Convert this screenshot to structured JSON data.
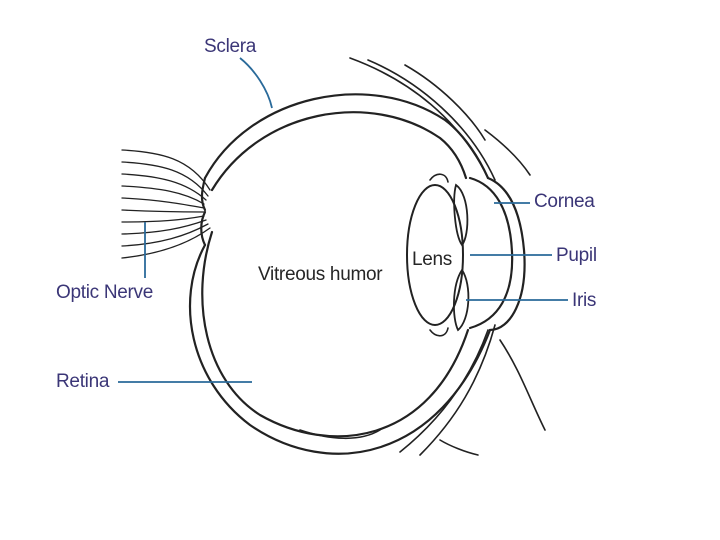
{
  "labels": {
    "sclera": "Sclera",
    "cornea": "Cornea",
    "pupil": "Pupil",
    "iris": "Iris",
    "optic_nerve": "Optic Nerve",
    "retina": "Retina",
    "vitreous_humor": "Vitreous humor",
    "lens": "Lens"
  },
  "colors": {
    "leader_line": "#2a6a9a",
    "label_text": "#3b3677",
    "outline": "#222222"
  }
}
